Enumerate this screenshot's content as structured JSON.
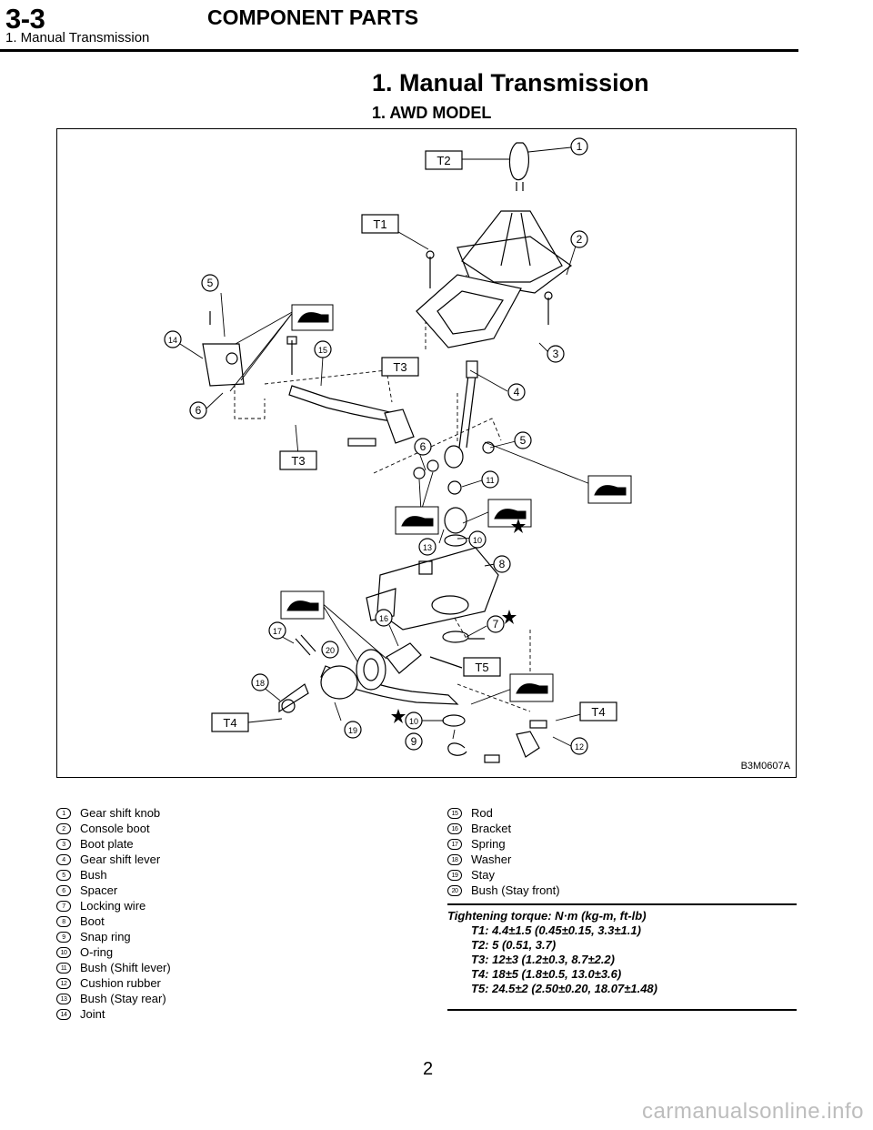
{
  "header": {
    "section_number": "3-3",
    "section_title": "COMPONENT PARTS",
    "sub_title": "1. Manual Transmission"
  },
  "page": {
    "title": "1. Manual Transmission",
    "subtitle": "1. AWD MODEL"
  },
  "figure": {
    "code": "B3M0607A",
    "callouts": [
      "1",
      "2",
      "3",
      "4",
      "5",
      "5",
      "6",
      "6",
      "7",
      "8",
      "9",
      "10",
      "10",
      "11",
      "12",
      "13",
      "14",
      "15",
      "16",
      "17",
      "18",
      "19",
      "20"
    ],
    "torque_tags": [
      "T1",
      "T2",
      "T3",
      "T3",
      "T4",
      "T4",
      "T5"
    ]
  },
  "legend": {
    "items": [
      {
        "num": "1",
        "label": "Gear shift knob"
      },
      {
        "num": "2",
        "label": "Console boot"
      },
      {
        "num": "3",
        "label": "Boot plate"
      },
      {
        "num": "4",
        "label": "Gear shift lever"
      },
      {
        "num": "5",
        "label": "Bush"
      },
      {
        "num": "6",
        "label": "Spacer"
      },
      {
        "num": "7",
        "label": "Locking wire"
      },
      {
        "num": "8",
        "label": "Boot"
      },
      {
        "num": "9",
        "label": "Snap ring"
      },
      {
        "num": "10",
        "label": "O-ring"
      },
      {
        "num": "11",
        "label": "Bush (Shift lever)"
      },
      {
        "num": "12",
        "label": "Cushion rubber"
      },
      {
        "num": "13",
        "label": "Bush (Stay rear)"
      },
      {
        "num": "14",
        "label": "Joint"
      },
      {
        "num": "15",
        "label": "Rod"
      },
      {
        "num": "16",
        "label": "Bracket"
      },
      {
        "num": "17",
        "label": "Spring"
      },
      {
        "num": "18",
        "label": "Washer"
      },
      {
        "num": "19",
        "label": "Stay"
      },
      {
        "num": "20",
        "label": "Bush (Stay front)"
      }
    ]
  },
  "torque": {
    "heading": "Tightening torque: N·m (kg-m, ft-lb)",
    "rows": [
      "T1: 4.4±1.5 (0.45±0.15, 3.3±1.1)",
      "T2: 5 (0.51, 3.7)",
      "T3: 12±3 (1.2±0.3, 8.7±2.2)",
      "T4: 18±5 (1.8±0.5, 13.0±3.6)",
      "T5: 24.5±2 (2.50±0.20, 18.07±1.48)"
    ]
  },
  "page_number": "2",
  "watermark": "carmanualsonline.info"
}
